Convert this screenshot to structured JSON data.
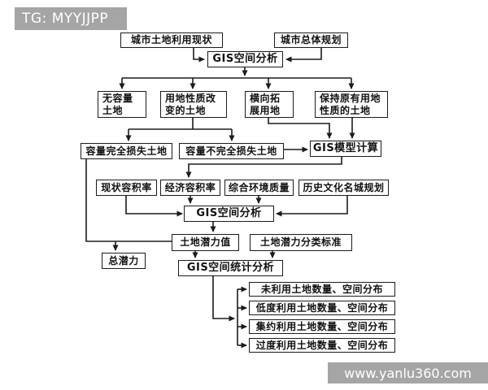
{
  "watermarks": {
    "top_left": "TG: MYYJJPP",
    "bottom_right": "www.yanlu360.com"
  },
  "colors": {
    "ink": "#1b1b1b",
    "watermark_bg": "#a5a5a5",
    "watermark_text": "#ffffff",
    "paper": "#ffffff"
  },
  "nodes": {
    "status": [
      "城市土地利用现状"
    ],
    "master_plan": [
      "城市总体规划"
    ],
    "gis_spatial_1": [
      "GIS空间分析"
    ],
    "no_capacity": [
      "无容量",
      "土地"
    ],
    "nature_changed": [
      "用地性质改",
      "变的土地"
    ],
    "lateral_expand": [
      "横向拓",
      "展用地"
    ],
    "keep_nature": [
      "保持原有用地",
      "性质的土地"
    ],
    "capacity_full_loss": [
      "容量完全损失土地"
    ],
    "capacity_partial_loss": [
      "容量不完全损失土地"
    ],
    "gis_model": [
      "GIS模型计算"
    ],
    "far_current": [
      "现状容积率"
    ],
    "far_economic": [
      "经济容积率"
    ],
    "env_quality": [
      "综合环境质量"
    ],
    "historic_city_plan": [
      "历史文化名城规划"
    ],
    "gis_spatial_2": [
      "GIS空间分析"
    ],
    "potential_value": [
      "土地潜力值"
    ],
    "potential_standard": [
      "土地潜力分类标准"
    ],
    "total_potential": [
      "总潜力"
    ],
    "gis_stat": [
      "GIS空间统计分析"
    ],
    "out_unused": [
      "未利用土地数量、空间分布"
    ],
    "out_low": [
      "低度利用土地数量、空间分布"
    ],
    "out_intensive": [
      "集约利用土地数量、空间分布"
    ],
    "out_over": [
      "过度利用土地数量、空间分布"
    ]
  }
}
